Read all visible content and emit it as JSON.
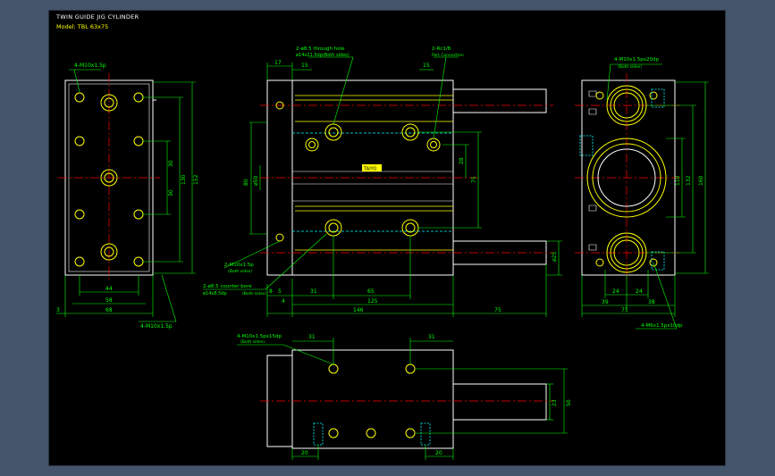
{
  "title": "TWIN GUIDE JIG CYLINDER",
  "model": "Model: TBL 63x75",
  "colors": {
    "background": "#000000",
    "frame": "#44546a",
    "outline": "#ffffff",
    "hidden": "#00ffff",
    "center": "#ff0000",
    "dimension": "#00ff00",
    "highlight": "#ffff00"
  },
  "notes": {
    "left_top": "4-M10x1.5p",
    "left_bottom": "4-M10x1.5p",
    "front_top_1": "2-ø8.5 through hole",
    "front_top_2": "ø14x21.5dp(Both sides)",
    "front_top_3": "2-Rc1/8",
    "front_top_4": "Port Connection",
    "front_left_1": "2-M10x1.5p",
    "front_left_2": "(Both sides)",
    "front_left_3": "2-ø8.5 counter bore",
    "front_left_4": "ø14x8.5dp",
    "front_left_5": "(Both sides)",
    "right_top_1": "4-M10x1.5px20dp",
    "right_top_2": "(Both sides)",
    "right_bottom": "4-M6x1.5px10dp",
    "bottom_1": "4-M10x1.5px15dp",
    "bottom_2": "(Both sides)",
    "label": "TAIYO"
  },
  "dims": {
    "left": {
      "w_inner": "44",
      "w_mid": "58",
      "w_outer": "68",
      "d3": "3",
      "d30a": "30",
      "d30b": "30",
      "d130": "130",
      "d152": "152"
    },
    "front": {
      "d17": "17",
      "d15a": "15",
      "d15b": "15",
      "d80": "80",
      "d50": "ø50",
      "d28": "28",
      "d75v": "75",
      "d25": "ø25",
      "d8": "8",
      "d5": "5",
      "d4": "4",
      "d31": "31",
      "d65": "65",
      "d125": "125",
      "d146": "146",
      "d75h": "75"
    },
    "right": {
      "d110": "110",
      "d132": "132",
      "d160": "160",
      "d24a": "24",
      "d24b": "24",
      "d39": "39",
      "d38": "38",
      "d75": "75"
    },
    "bottom": {
      "d31a": "31",
      "d31b": "31",
      "d23": "23",
      "d50": "50",
      "d20a": "20",
      "d20b": "20"
    }
  }
}
